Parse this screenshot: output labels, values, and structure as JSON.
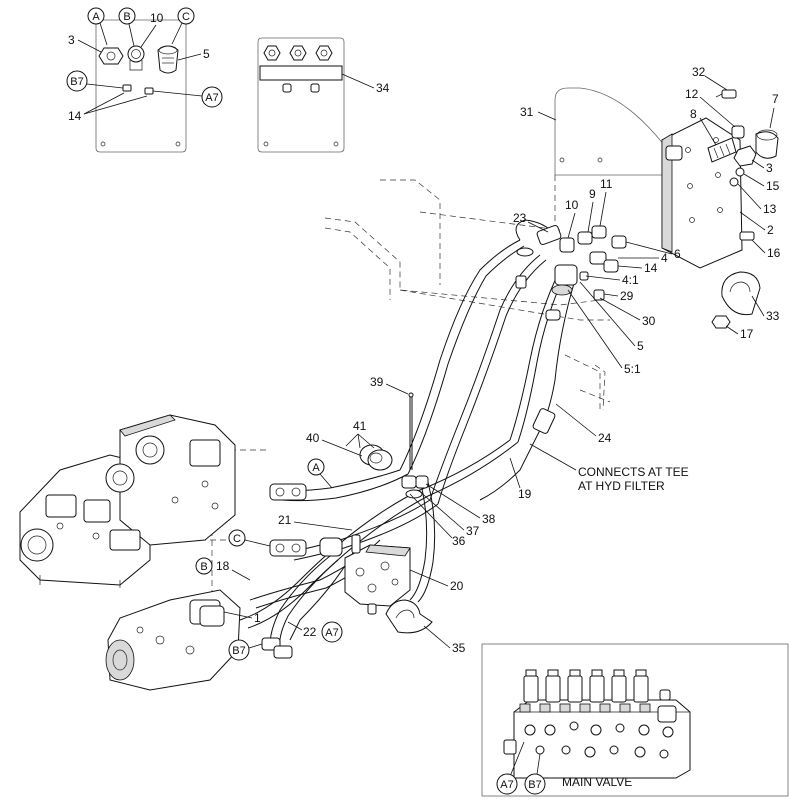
{
  "callouts": [
    {
      "id": "c3a",
      "text": "3"
    },
    {
      "id": "c10a",
      "text": "10"
    },
    {
      "id": "c5a",
      "text": "5"
    },
    {
      "id": "c14a",
      "text": "14"
    },
    {
      "id": "c34",
      "text": "34"
    },
    {
      "id": "c32",
      "text": "32"
    },
    {
      "id": "c12",
      "text": "12"
    },
    {
      "id": "c7",
      "text": "7"
    },
    {
      "id": "c31",
      "text": "31"
    },
    {
      "id": "c8",
      "text": "8"
    },
    {
      "id": "c3b",
      "text": "3"
    },
    {
      "id": "c15",
      "text": "15"
    },
    {
      "id": "c13",
      "text": "13"
    },
    {
      "id": "c2",
      "text": "2"
    },
    {
      "id": "c16",
      "text": "16"
    },
    {
      "id": "c11",
      "text": "11"
    },
    {
      "id": "c9",
      "text": "9"
    },
    {
      "id": "c10b",
      "text": "10"
    },
    {
      "id": "c23",
      "text": "23"
    },
    {
      "id": "c6",
      "text": "6"
    },
    {
      "id": "c4",
      "text": "4"
    },
    {
      "id": "c14b",
      "text": "14"
    },
    {
      "id": "c41r",
      "text": "4:1"
    },
    {
      "id": "c29",
      "text": "29"
    },
    {
      "id": "c30",
      "text": "30"
    },
    {
      "id": "c33",
      "text": "33"
    },
    {
      "id": "c17",
      "text": "17"
    },
    {
      "id": "c5b",
      "text": "5"
    },
    {
      "id": "c51r",
      "text": "5:1"
    },
    {
      "id": "c39",
      "text": "39"
    },
    {
      "id": "c24",
      "text": "24"
    },
    {
      "id": "c41",
      "text": "41"
    },
    {
      "id": "c40",
      "text": "40"
    },
    {
      "id": "c19",
      "text": "19"
    },
    {
      "id": "c38",
      "text": "38"
    },
    {
      "id": "c37",
      "text": "37"
    },
    {
      "id": "c36",
      "text": "36"
    },
    {
      "id": "c21",
      "text": "21"
    },
    {
      "id": "c18",
      "text": "18"
    },
    {
      "id": "c20",
      "text": "20"
    },
    {
      "id": "c1",
      "text": "1"
    },
    {
      "id": "c22",
      "text": "22"
    },
    {
      "id": "c35",
      "text": "35"
    }
  ],
  "circled_labels": {
    "a_top": "A",
    "b_top": "B",
    "c_top": "C",
    "b7_top": "B7",
    "a7_top": "A7",
    "a_main": "A",
    "c_main": "C",
    "b_main": "B",
    "b7_main": "B7",
    "a7_main": "A7",
    "a7_inset": "A7",
    "b7_inset": "B7"
  },
  "notes": {
    "connects_line1": "CONNECTS AT TEE",
    "connects_line2": "AT HYD FILTER",
    "main_valve": "MAIN VALVE"
  }
}
